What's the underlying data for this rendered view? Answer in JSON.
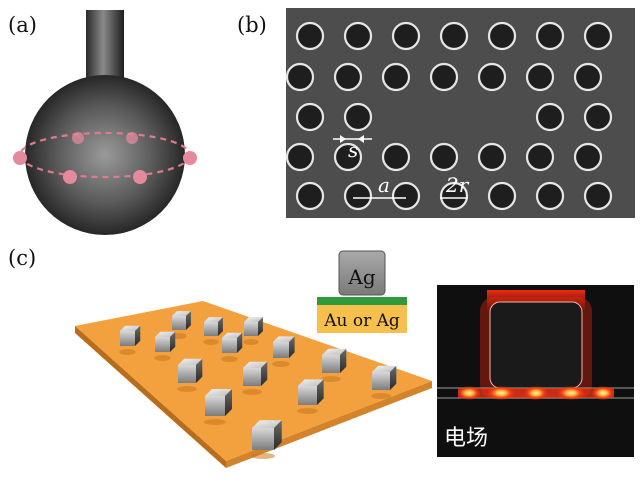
{
  "panels": {
    "a": {
      "label": "(a)"
    },
    "b": {
      "label": "(b)",
      "annot_s": "s",
      "annot_a": "a",
      "annot_2r": "2r"
    },
    "c": {
      "label": "(c)",
      "cube_label": "Ag",
      "film_label": "Au or Ag",
      "field_label": "电场"
    }
  },
  "colors": {
    "substrate": "#f2a13e",
    "ring": "#e07a8e",
    "field_hot": "#ff3a16",
    "field_peak": "#ffd24a",
    "film_green": "#2e9a3c",
    "film_gold": "#f7bf4c"
  }
}
